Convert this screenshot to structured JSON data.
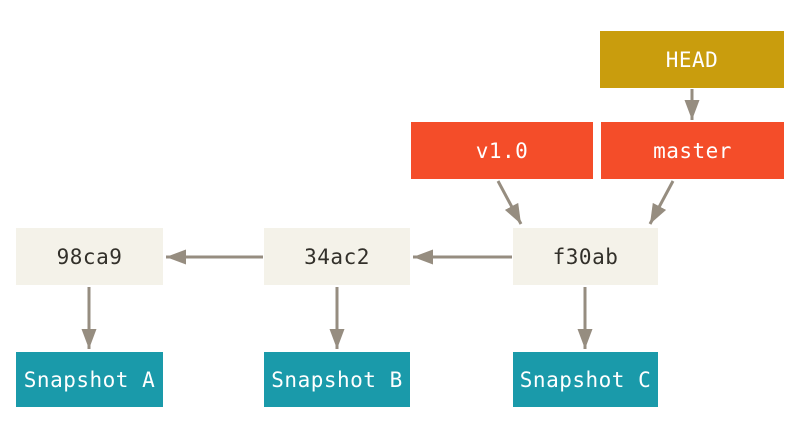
{
  "diagram": {
    "background_color": "#ffffff",
    "arrow_color": "#968d80",
    "colors": {
      "head_gold": "#c99d0d",
      "ref_red": "#f44d29",
      "commit_cream": "#f4f2e9",
      "snapshot_teal": "#1a9aaa",
      "light_text": "#ffffff",
      "dark_text": "#32302a"
    },
    "nodes": {
      "head": {
        "label": "HEAD",
        "bg": "#c99d0d",
        "fg": "#ffffff"
      },
      "master": {
        "label": "master",
        "bg": "#f44d29",
        "fg": "#ffffff"
      },
      "v1_0": {
        "label": "v1.0",
        "bg": "#f44d29",
        "fg": "#ffffff"
      },
      "commit_f30ab": {
        "label": "f30ab",
        "bg": "#f4f2e9",
        "fg": "#32302a"
      },
      "commit_34ac2": {
        "label": "34ac2",
        "bg": "#f4f2e9",
        "fg": "#32302a"
      },
      "commit_98ca9": {
        "label": "98ca9",
        "bg": "#f4f2e9",
        "fg": "#32302a"
      },
      "snapshot_a": {
        "label": "Snapshot A",
        "bg": "#1a9aaa",
        "fg": "#ffffff"
      },
      "snapshot_b": {
        "label": "Snapshot B",
        "bg": "#1a9aaa",
        "fg": "#ffffff"
      },
      "snapshot_c": {
        "label": "Snapshot C",
        "bg": "#1a9aaa",
        "fg": "#ffffff"
      }
    },
    "edges": [
      {
        "from": "HEAD",
        "to": "master"
      },
      {
        "from": "master",
        "to": "f30ab"
      },
      {
        "from": "v1.0",
        "to": "f30ab"
      },
      {
        "from": "f30ab",
        "to": "34ac2"
      },
      {
        "from": "34ac2",
        "to": "98ca9"
      },
      {
        "from": "98ca9",
        "to": "Snapshot A"
      },
      {
        "from": "34ac2",
        "to": "Snapshot B"
      },
      {
        "from": "f30ab",
        "to": "Snapshot C"
      }
    ]
  }
}
